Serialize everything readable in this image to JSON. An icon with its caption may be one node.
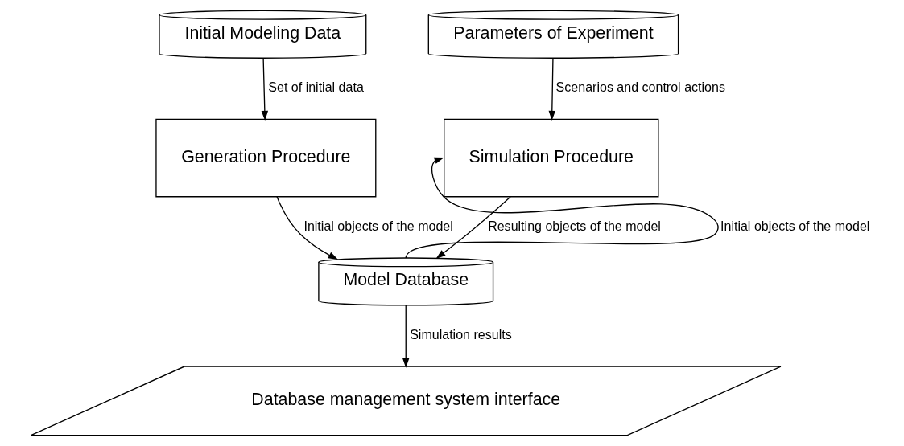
{
  "diagram": {
    "nodes": [
      {
        "text": [
          "Initial Modeling Data"
        ]
      },
      {
        "text": [
          "Parameters of Experiment"
        ]
      },
      {
        "text": [
          "Generation Procedure"
        ]
      },
      {
        "text": [
          "Simulation Procedure"
        ]
      },
      {
        "text": [
          "Model Database"
        ]
      },
      {
        "text": [
          "Database management system interface"
        ]
      }
    ],
    "edges": [
      {
        "from": 0,
        "to": 2,
        "arrow": "to",
        "label": "Set of initial data"
      },
      {
        "from": 1,
        "to": 3,
        "arrow": "to",
        "label": "Scenarios and control actions"
      },
      {
        "from": 2,
        "to": 4,
        "arrow": "to",
        "label": "Initial objects of the model"
      },
      {
        "from": 4,
        "to": 3,
        "arrow": "to",
        "label": "Initial objects of the model"
      },
      {
        "from": 3,
        "to": 4,
        "arrow": "to",
        "label": "Resulting objects of the model"
      },
      {
        "from": 4,
        "to": 5,
        "arrow": "to",
        "label": "Simulation results"
      }
    ]
  }
}
